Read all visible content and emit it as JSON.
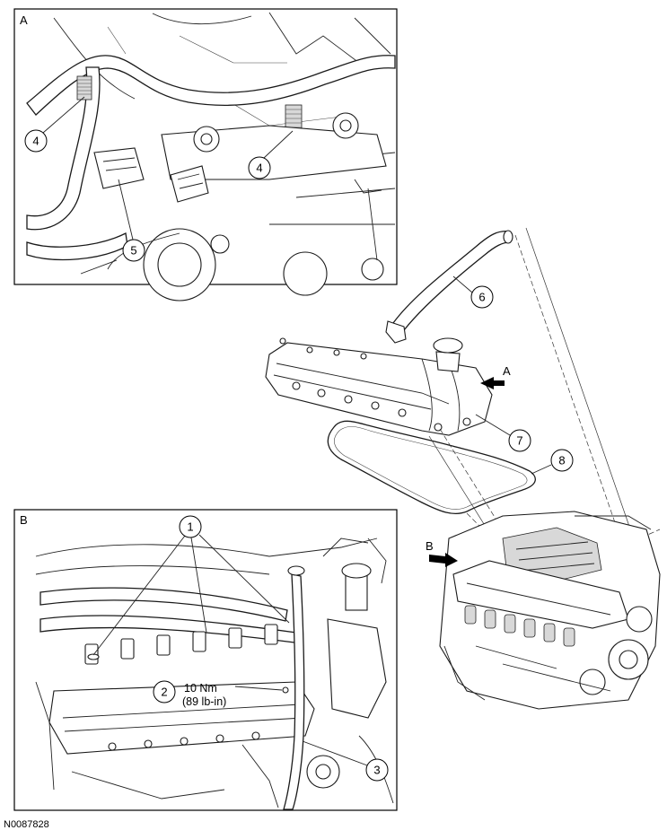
{
  "panels": {
    "A": {
      "label": "A"
    },
    "B": {
      "label": "B"
    }
  },
  "callouts": {
    "c1": "1",
    "c2": "2",
    "c3": "3",
    "c4a": "4",
    "c4b": "4",
    "c5": "5",
    "c6": "6",
    "c7": "7",
    "c8": "8"
  },
  "view_arrows": {
    "A": "A",
    "B": "B"
  },
  "torque_spec": {
    "line1": "10 Nm",
    "line2": "(89 lb-in)"
  },
  "figure_id": "N0087828"
}
